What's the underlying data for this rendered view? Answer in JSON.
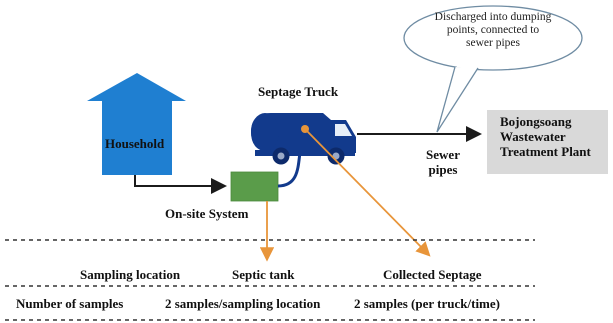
{
  "diagram": {
    "household_label": "Household",
    "truck_label": "Septage Truck",
    "onsite_label": "On-site System",
    "sewer_label_lines": [
      "Sewer",
      "pipes"
    ],
    "plant_label_lines": [
      "Bojongsoang",
      "Wastewater",
      "Treatment Plant"
    ],
    "bubble_lines": [
      "Discharged  into dumping",
      "points, connected to",
      "sewer pipes"
    ]
  },
  "table": {
    "row1_header": "Sampling location",
    "row1_col1": "Septic tank",
    "row1_col2": "Collected Septage",
    "row2_header": "Number of samples",
    "row2_col1": "2 samples/sampling location",
    "row2_col2": "2 samples (per truck/time)"
  },
  "colors": {
    "house": "#1f7fd1",
    "truck": "#123a8c",
    "tank": "#5a9c4a",
    "orange_arrow": "#e8953a",
    "plant_box": "#d9d9d9",
    "bubble_stroke": "#6f8ca3"
  }
}
